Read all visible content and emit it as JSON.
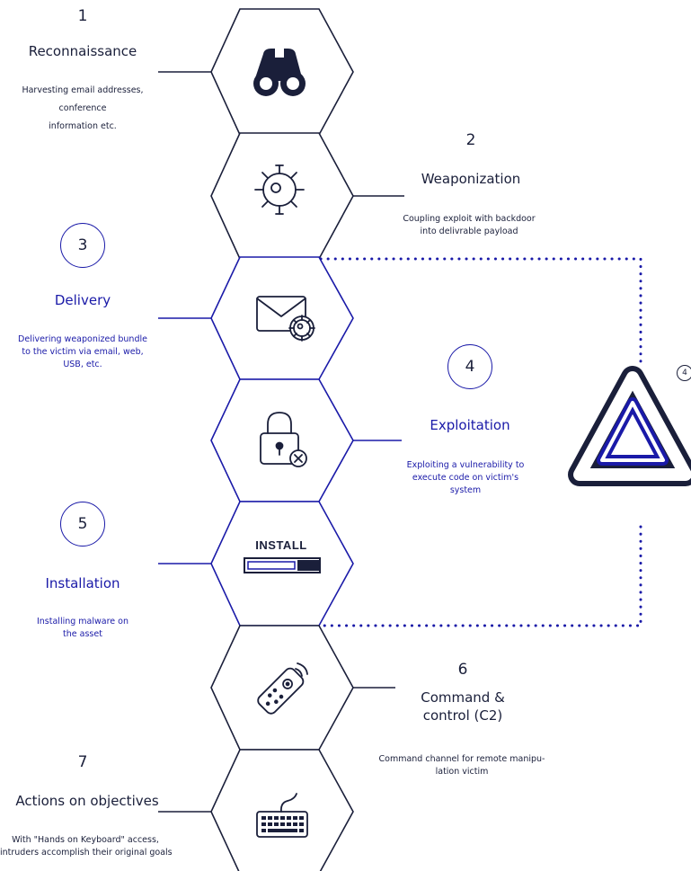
{
  "stages": [
    {
      "number": "1",
      "title": "Reconnaissance",
      "description": [
        "Harvesting email addresses,",
        "conference",
        "information etc."
      ],
      "icon": "binoculars-icon"
    },
    {
      "number": "2",
      "title": "Weaponization",
      "description": [
        "Coupling exploit with backdoor",
        "into delivrable payload"
      ],
      "icon": "virus-icon"
    },
    {
      "number": "3",
      "title": "Delivery",
      "description": [
        "Delivering weaponized bundle",
        "to the victim via email, web,",
        "USB, etc."
      ],
      "icon": "infected-email-icon"
    },
    {
      "number": "4",
      "title": "Exploitation",
      "description": [
        "Exploiting a vulnerability to",
        "execute code on victim's",
        "system"
      ],
      "icon": "locked-padlock-icon"
    },
    {
      "number": "5",
      "title": "Installation",
      "description": [
        "Installing malware on",
        "the asset"
      ],
      "icon": "install-progress-icon"
    },
    {
      "number": "6",
      "title": "Command &",
      "title_line2": "control (C2)",
      "description": [
        "Command channel for remote manipu-",
        "lation victim"
      ],
      "icon": "remote-control-icon"
    },
    {
      "number": "7",
      "title": "Actions on objectives",
      "description": [
        "With \"Hands on Keyboard\" access,",
        "intruders accomplish their original goals"
      ],
      "icon": "keyboard-icon"
    }
  ],
  "install_label": "INSTALL",
  "side_badge": "4",
  "colors": {
    "navy": "#1a1f3a",
    "blue": "#1a1aa8",
    "white": "#ffffff"
  }
}
